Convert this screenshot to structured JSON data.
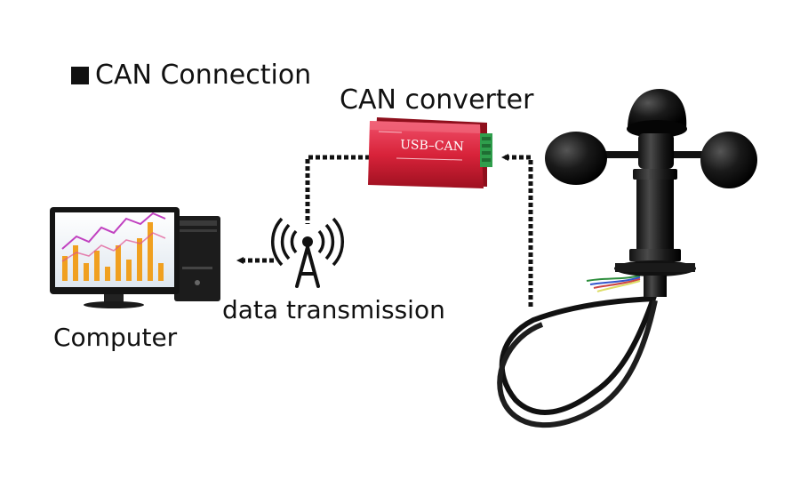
{
  "diagram": {
    "title": "CAN Connection",
    "converter_label": "CAN converter",
    "converter_device_text": "USB–CAN",
    "transmission_label": "data transmission",
    "computer_label": "Computer"
  },
  "colors": {
    "converter_red": "#d8233a",
    "converter_red_dark": "#a0121f",
    "terminal_green": "#2f9e4c",
    "link_dots": "#111111",
    "chart_orange": "#f0a020",
    "chart_line": "#c040c0"
  },
  "icons": {
    "computer": "computer-monitor-tower-icon",
    "antenna": "radio-tower-icon",
    "converter": "usb-can-converter-icon",
    "sensor": "cup-anemometer-icon"
  }
}
